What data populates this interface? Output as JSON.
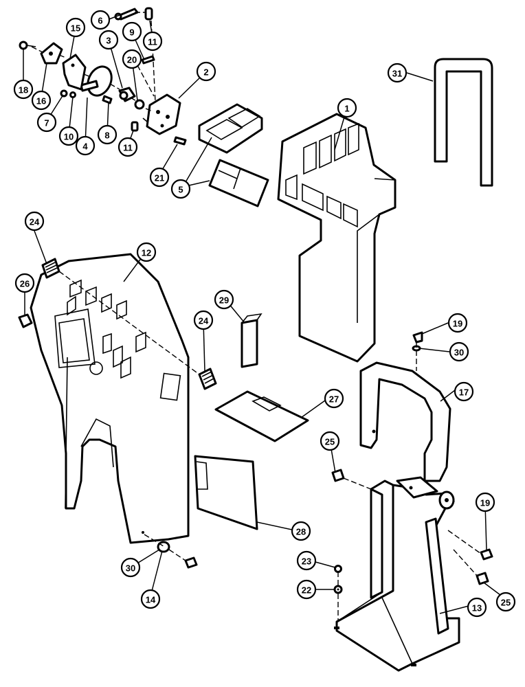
{
  "callouts": [
    {
      "id": "c1",
      "label": "1"
    },
    {
      "id": "c2",
      "label": "2"
    },
    {
      "id": "c3",
      "label": "3"
    },
    {
      "id": "c4",
      "label": "4"
    },
    {
      "id": "c5",
      "label": "5"
    },
    {
      "id": "c6",
      "label": "6"
    },
    {
      "id": "c7",
      "label": "7"
    },
    {
      "id": "c8",
      "label": "8"
    },
    {
      "id": "c9",
      "label": "9"
    },
    {
      "id": "c10",
      "label": "10"
    },
    {
      "id": "c11a",
      "label": "11"
    },
    {
      "id": "c11b",
      "label": "11"
    },
    {
      "id": "c12",
      "label": "12"
    },
    {
      "id": "c13",
      "label": "13"
    },
    {
      "id": "c14",
      "label": "14"
    },
    {
      "id": "c15",
      "label": "15"
    },
    {
      "id": "c16",
      "label": "16"
    },
    {
      "id": "c17",
      "label": "17"
    },
    {
      "id": "c18",
      "label": "18"
    },
    {
      "id": "c19a",
      "label": "19"
    },
    {
      "id": "c19b",
      "label": "19"
    },
    {
      "id": "c20",
      "label": "20"
    },
    {
      "id": "c21",
      "label": "21"
    },
    {
      "id": "c22",
      "label": "22"
    },
    {
      "id": "c23",
      "label": "23"
    },
    {
      "id": "c24a",
      "label": "24"
    },
    {
      "id": "c24b",
      "label": "24"
    },
    {
      "id": "c25a",
      "label": "25"
    },
    {
      "id": "c25b",
      "label": "25"
    },
    {
      "id": "c26",
      "label": "26"
    },
    {
      "id": "c27",
      "label": "27"
    },
    {
      "id": "c28",
      "label": "28"
    },
    {
      "id": "c29",
      "label": "29"
    },
    {
      "id": "c30a",
      "label": "30"
    },
    {
      "id": "c30b",
      "label": "30"
    },
    {
      "id": "c31",
      "label": "31"
    }
  ]
}
